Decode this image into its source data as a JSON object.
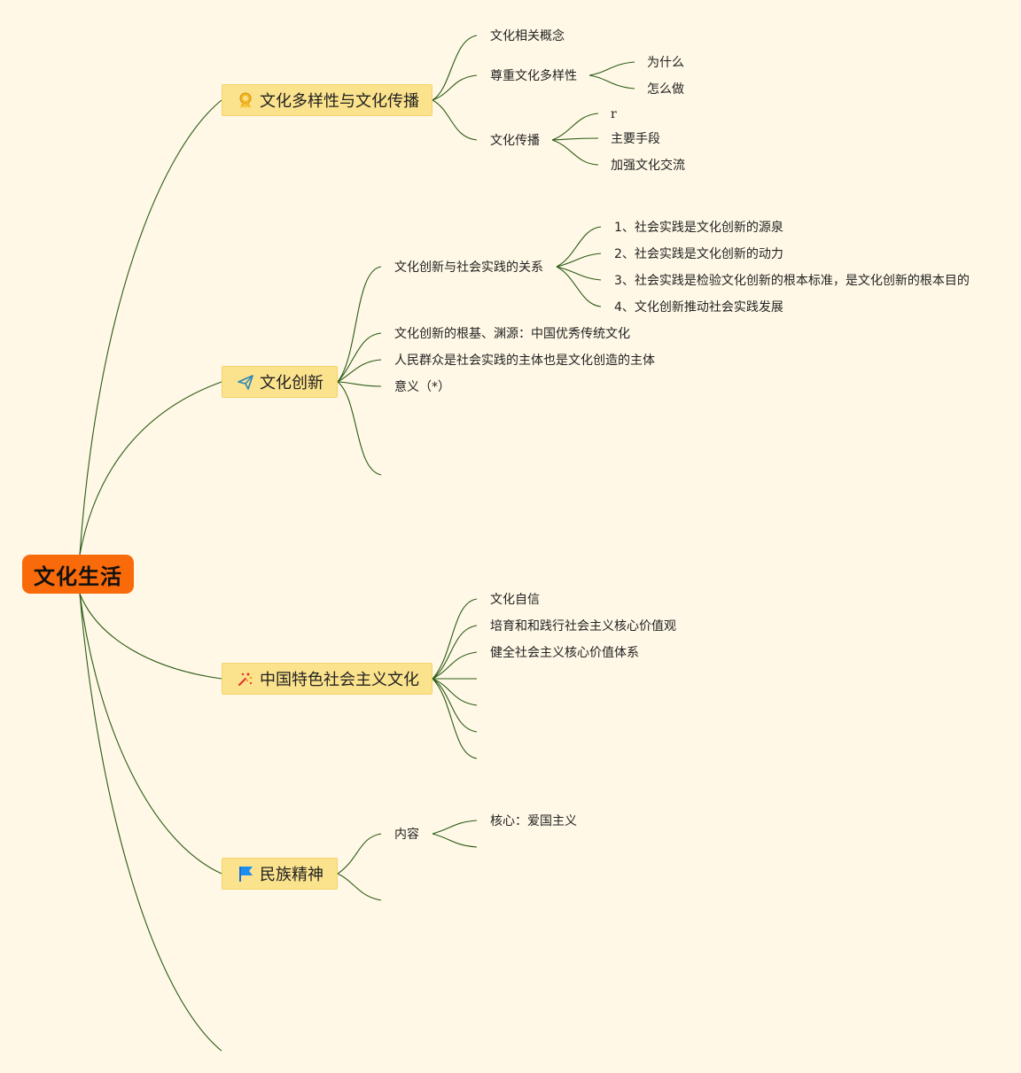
{
  "root": {
    "label": "文化生活"
  },
  "branches": [
    {
      "label": "文化多样性与文化传播",
      "icon": "ribbon-icon",
      "children": [
        {
          "label": "文化相关概念"
        },
        {
          "label": "尊重文化多样性",
          "children": [
            {
              "label": "为什么"
            },
            {
              "label": "怎么做"
            }
          ]
        },
        {
          "label": "文化传播",
          "children": [
            {
              "label": "r"
            },
            {
              "label": "主要手段"
            },
            {
              "label": "加强文化交流"
            }
          ]
        }
      ]
    },
    {
      "label": "文化创新",
      "icon": "paper-plane-icon",
      "children": [
        {
          "label": "文化创新与社会实践的关系",
          "children": [
            {
              "label": "1、社会实践是文化创新的源泉"
            },
            {
              "label": "2、社会实践是文化创新的动力"
            },
            {
              "label": "3、社会实践是检验文化创新的根本标准，是文化创新的根本目的"
            },
            {
              "label": "4、文化创新推动社会实践发展"
            }
          ]
        },
        {
          "label": "文化创新的根基、渊源：中国优秀传统文化"
        },
        {
          "label": "人民群众是社会实践的主体也是文化创造的主体"
        },
        {
          "label": "意义（*）"
        }
      ]
    },
    {
      "label": "中国特色社会主义文化",
      "icon": "sparkle-icon",
      "children": [
        {
          "label": "文化自信"
        },
        {
          "label": "培育和和践行社会主义核心价值观"
        },
        {
          "label": "健全社会主义核心价值体系"
        }
      ]
    },
    {
      "label": "民族精神",
      "icon": "flag-icon",
      "children": [
        {
          "label": "内容",
          "children": [
            {
              "label": "核心：爱国主义"
            }
          ]
        }
      ]
    }
  ],
  "colors": {
    "background": "#fff8e6",
    "root": "#f96a0a",
    "topic": "#fbe28c",
    "line": "#2b5b17"
  }
}
